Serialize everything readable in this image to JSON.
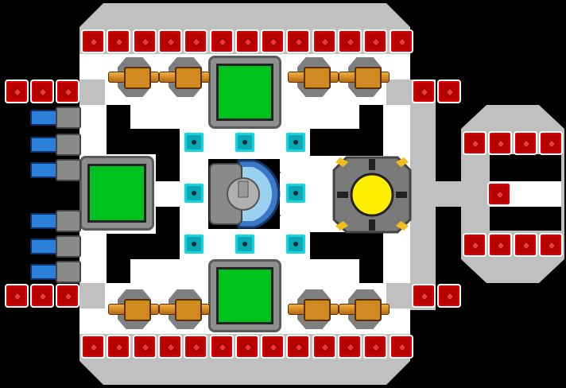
{
  "scene": {
    "background_color": "#000000",
    "hull_colors": {
      "outer": "#c0c0c0",
      "inner": "#ffffff",
      "armor": "#b80000",
      "shield": "#0aa7b3",
      "module": "#00c21e",
      "reactor": "#ffee00"
    }
  },
  "ship": {
    "armor_rows": {
      "top_count": 13,
      "bottom_count": 13,
      "left_side_count": 3,
      "right_side_count": 2,
      "wing_count": 9
    },
    "turrets": {
      "count": 8,
      "icon": "cannon-turret-icon"
    },
    "thrusters": {
      "count": 6,
      "icon": "thruster-icon"
    },
    "modules": {
      "count": 3,
      "icon": "green-module-icon"
    },
    "shield_emitters": {
      "count": 8,
      "icon": "shield-emitter-icon"
    },
    "core": {
      "icon": "cockpit-dome-icon"
    },
    "reactor": {
      "icon": "yellow-reactor-icon"
    }
  }
}
